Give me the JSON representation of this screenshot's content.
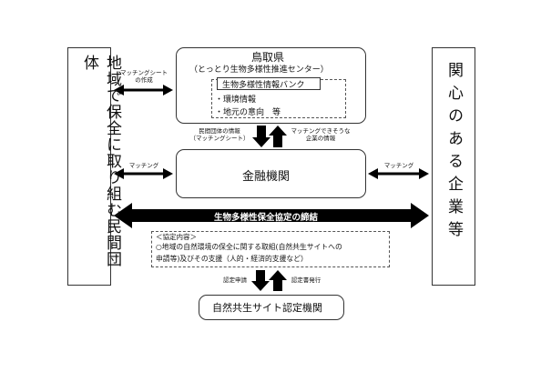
{
  "left_entity": "地域で保全に取り組む民間団体",
  "right_entity": "関心のある企業等",
  "tottori": {
    "title": "鳥取県",
    "subtitle": "（とっとり生物多様性推進センター）",
    "bank_label": "生物多様性情報バンク",
    "bank_items": [
      "・環境情報",
      "・地元の意向　等"
    ]
  },
  "bank_center": "金融機関",
  "agreement_banner": "生物多様性保全協定の締結",
  "agreement_content": {
    "heading": "＜協定内容＞",
    "lines": [
      "○地域の自然環境の保全に関する取組(自然共生サイトへの",
      "申請等)及びその支援（人的・経済的支援など）"
    ]
  },
  "certifier": "自然共生サイト認定機関",
  "arrow_labels": {
    "left_top": [
      "マッチングシート",
      "の作成"
    ],
    "left_mid": "マッチング",
    "right_mid": "マッチング",
    "down_to_bank": [
      "民間団体の情報",
      "（マッチングシート）"
    ],
    "up_from_bank": [
      "マッチングできそうな",
      "企業の情報"
    ],
    "apply": "認定申請",
    "issue": "認定書発行"
  }
}
